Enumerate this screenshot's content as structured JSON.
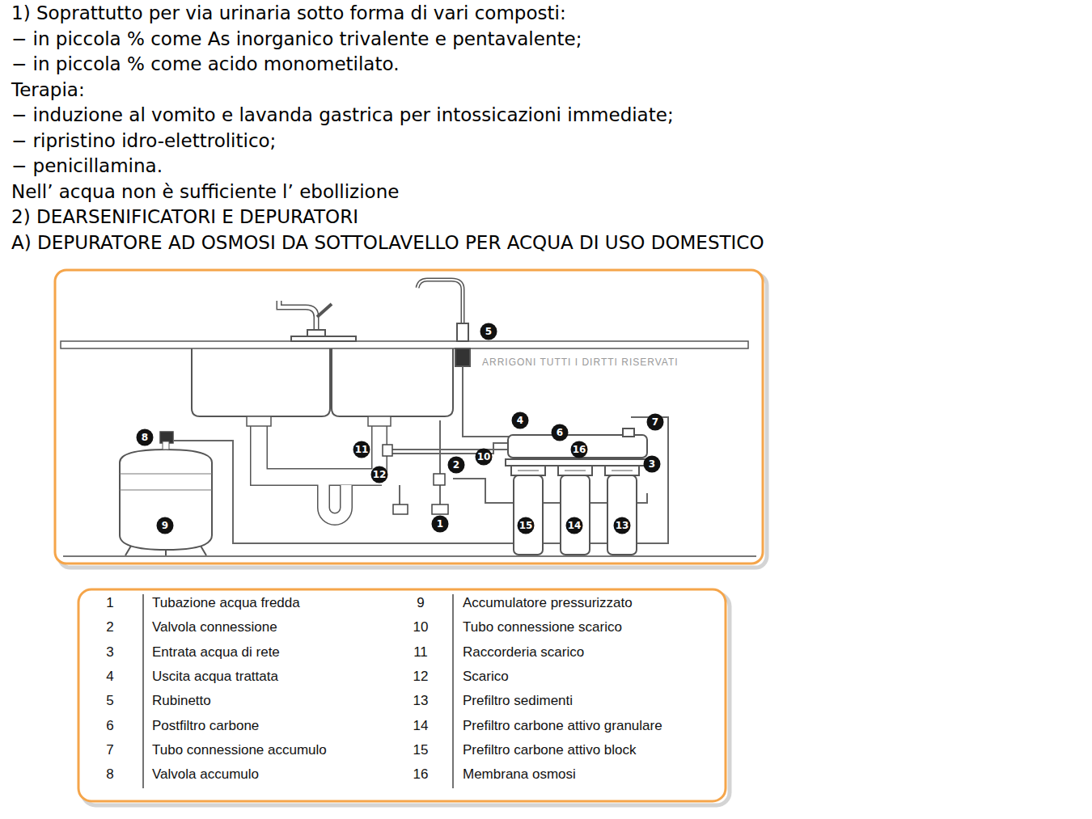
{
  "diagram": {
    "nodes": [
      {
        "text": [
          "5"
        ]
      },
      {
        "text": [
          "4"
        ]
      },
      {
        "text": [
          "7"
        ]
      },
      {
        "text": [
          "6"
        ]
      },
      {
        "text": [
          "8"
        ]
      },
      {
        "text": [
          "11"
        ]
      },
      {
        "text": [
          "16"
        ]
      },
      {
        "text": [
          "10"
        ]
      },
      {
        "text": [
          "3"
        ]
      },
      {
        "text": [
          "2"
        ]
      },
      {
        "text": [
          "12"
        ]
      },
      {
        "text": [
          "9"
        ]
      },
      {
        "text": [
          "1"
        ]
      },
      {
        "text": [
          "15"
        ]
      },
      {
        "text": [
          "14"
        ]
      },
      {
        "text": [
          "13"
        ]
      }
    ],
    "labels": [
      "1) Soprattutto per via urinaria sotto forma di vari composti:",
      "− in piccola % come As inorganico trivalente e pentavalente;",
      "− in piccola % come acido monometilato.",
      "Terapia:",
      "− induzione al vomito e lavanda gastrica per intossicazioni immediate;",
      "− ripristino idro-elettrolitico;",
      "− penicillamina.",
      "Nell’ acqua non è sufficiente l’ ebollizione",
      "2) DEARSENIFICATORI E DEPURATORI",
      "A) DEPURATORE AD OSMOSI DA SOTTOLAVELLO PER ACQUA DI USO DOMESTICO",
      "ARRIGONI TUTTI I DIRTTI RISERVATI",
      "1",
      "Tubazione acqua fredda",
      "9",
      "Accumulatore pressurizzato",
      "2",
      "Valvola connessione",
      "10",
      "Tubo connessione scarico",
      "3",
      "Entrata acqua di rete",
      "11",
      "Raccorderia scarico",
      "4",
      "Uscita acqua trattata",
      "12",
      "Scarico",
      "5",
      "Rubinetto",
      "13",
      "Prefiltro sedimenti",
      "6",
      "Postfiltro carbone",
      "14",
      "Prefiltro carbone attivo granulare",
      "7",
      "Tubo connessione accumulo",
      "15",
      "Prefiltro carbone attivo block",
      "8",
      "Valvola accumulo",
      "16",
      "Membrana osmosi"
    ]
  }
}
